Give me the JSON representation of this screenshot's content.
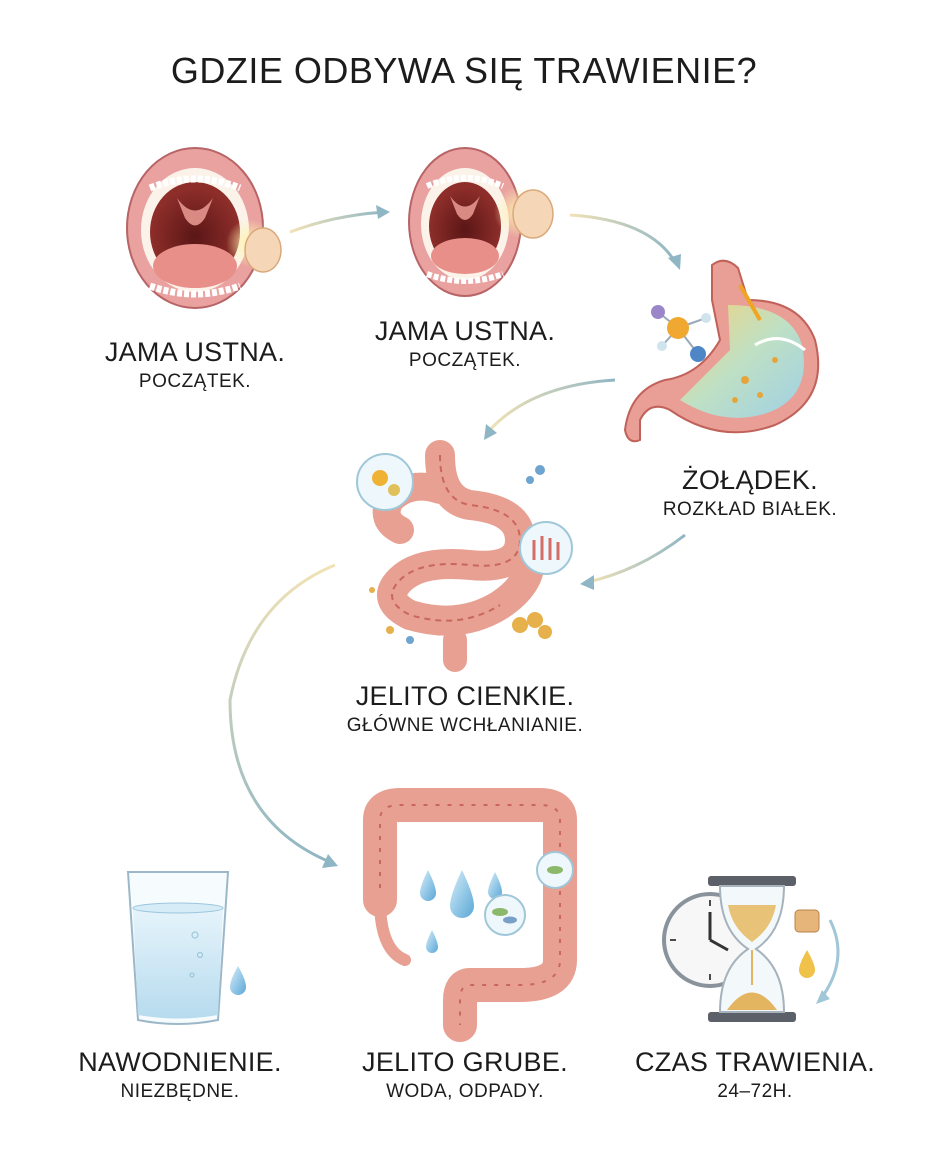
{
  "title": "GDZIE ODBYWA SIĘ TRAWIENIE?",
  "stages": [
    {
      "id": "mouth-1",
      "name": "JAMA USTNA.",
      "subtitle": "POCZĄTEK.",
      "icon": "mouth-icon"
    },
    {
      "id": "mouth-2",
      "name": "JAMA USTNA.",
      "subtitle": "POCZĄTEK.",
      "icon": "mouth-icon"
    },
    {
      "id": "stomach",
      "name": "ŻOŁĄDEK.",
      "subtitle": "ROZKŁAD BIAŁEK.",
      "icon": "stomach-icon"
    },
    {
      "id": "small-intestine",
      "name": "JELITO CIENKIE.",
      "subtitle": "GŁÓWNE WCHŁANIANIE.",
      "icon": "small-intestine-icon"
    },
    {
      "id": "hydration",
      "name": "NAWODNIENIE.",
      "subtitle": "NIEZBĘDNE.",
      "icon": "water-glass-icon"
    },
    {
      "id": "large-intestine",
      "name": "JELITO GRUBE.",
      "subtitle": "WODA, ODPADY.",
      "icon": "large-intestine-icon"
    },
    {
      "id": "digestion-time",
      "name": "CZAS TRAWIENIA.",
      "subtitle": "24–72H.",
      "icon": "hourglass-clock-icon"
    }
  ],
  "colors": {
    "arrow": "#8fb6c4",
    "arrow_warm": "#e8d9a8",
    "tissue": "#e8a093",
    "tissue_dark": "#c9675c",
    "water": "#a9d4ea",
    "sand": "#e3b560"
  }
}
